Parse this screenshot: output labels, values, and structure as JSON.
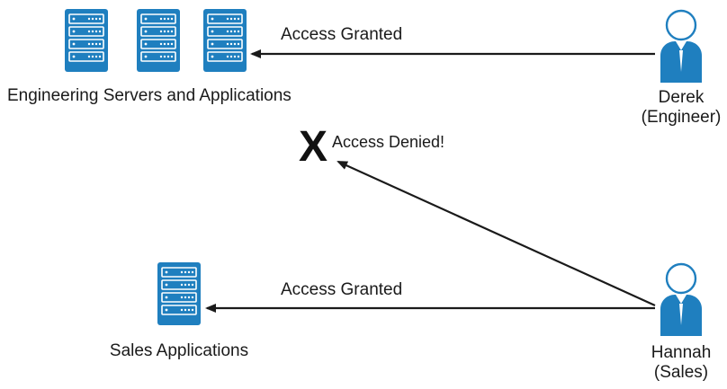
{
  "diagram": {
    "groups": {
      "engineering": {
        "label": "Engineering Servers and Applications",
        "icon": "server-rack-icon",
        "count": 3
      },
      "sales": {
        "label": "Sales Applications",
        "icon": "server-rack-icon",
        "count": 1
      }
    },
    "users": {
      "derek": {
        "name": "Derek",
        "role": "(Engineer)",
        "icon": "user-icon"
      },
      "hannah": {
        "name": "Hannah",
        "role": "(Sales)",
        "icon": "user-icon"
      }
    },
    "arrows": {
      "derek_to_engineering": "Access Granted",
      "hannah_to_engineering": "Access Denied!",
      "hannah_to_sales": "Access Granted"
    },
    "deny_mark": "X",
    "colors": {
      "icon_blue": "#1f7fbf",
      "arrow": "#1a1a1a",
      "text": "#1a1a1a"
    }
  }
}
